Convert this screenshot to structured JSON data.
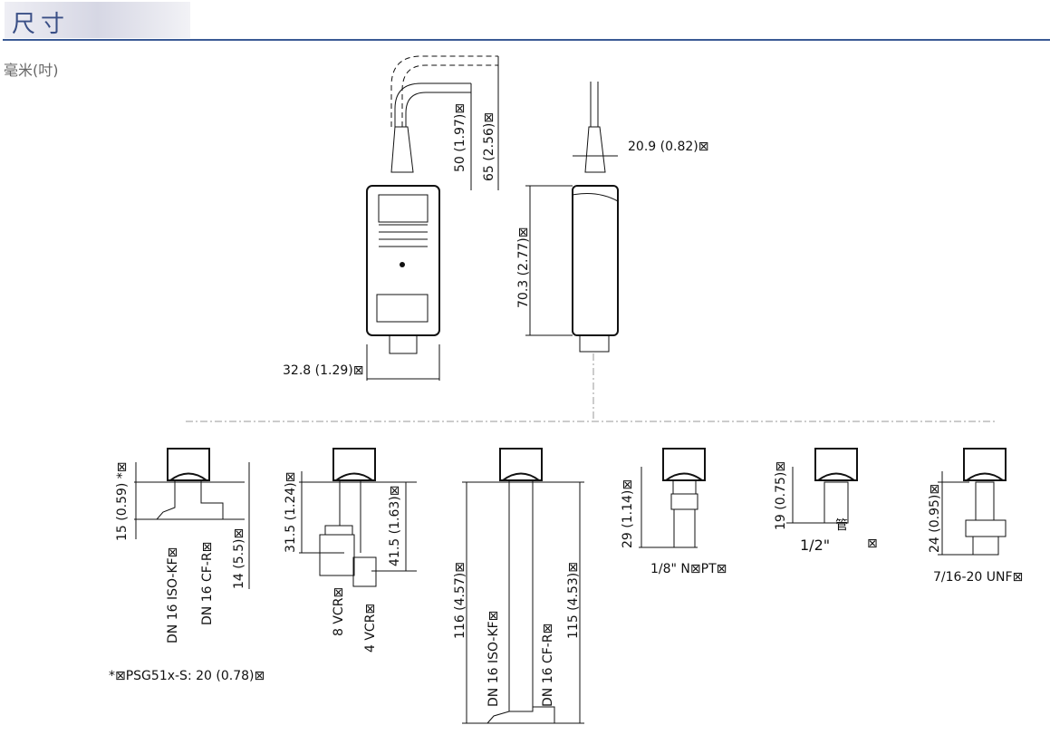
{
  "header": {
    "title": "尺寸",
    "unit_note": "毫米(吋)"
  },
  "dims": {
    "cable_50": "50 (1.97)⊠",
    "cable_65": "65 (2.56)⊠",
    "width_front": "32.8 (1.29)⊠",
    "width_side": "20.9 (0.82)⊠",
    "height_body": "70.3 (2.77)⊠"
  },
  "fittings": {
    "kf_short": {
      "dim1": "15 (0.59) *⊠",
      "label1": "DN 16 ISO-KF⊠",
      "label2": "DN 16 CF-R⊠",
      "dim2": "14 (5.5)⊠",
      "footnote": "*⊠PSG51x-S: 20 (0.78)⊠"
    },
    "vcr": {
      "dim1": "31.5 (1.24)⊠",
      "dim2": "41.5 (1.63)⊠",
      "label1": "8 VCR⊠",
      "label2": "4 VCR⊠"
    },
    "kf_long": {
      "dim1": "116 (4.57)⊠",
      "label1": "DN 16 ISO-KF⊠",
      "label2": "DN 16 CF-R⊠",
      "dim2": "115 (4.53)⊠"
    },
    "npt": {
      "dim": "29 (1.14)⊠",
      "label": "1/8\" N⊠PT⊠"
    },
    "tube": {
      "dim": "19 (0.75)⊠",
      "label_a": "管",
      "label_b": "1/2\"",
      "label_c": "⊠"
    },
    "unf": {
      "dim": "24 (0.95)⊠",
      "label": "7/16-20 UNF⊠"
    }
  }
}
